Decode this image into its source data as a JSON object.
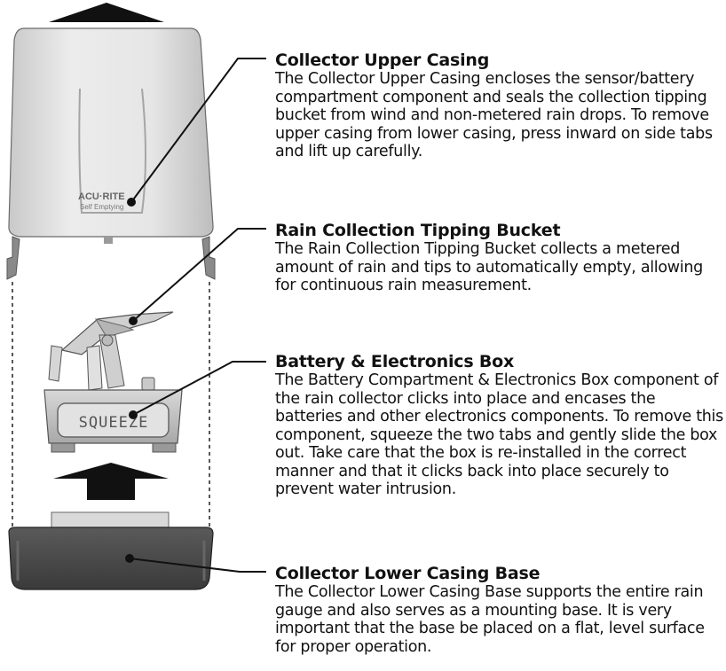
{
  "brand": {
    "logo_text": "ACU·RITE",
    "tagline": "Self Emptying"
  },
  "battery_box_label": "SQUEEZE",
  "callouts": {
    "upper": {
      "title": "Collector Upper Casing",
      "body": "The Collector Upper Casing encloses the sensor/battery compartment component and seals the collection tipping bucket from wind and non-metered rain drops. To remove upper casing from lower casing, press inward on side tabs and lift up carefully."
    },
    "bucket": {
      "title": "Rain Collection Tipping Bucket",
      "body": "The Rain Collection Tipping Bucket collects a metered amount of rain and tips to automatically empty, allowing for continuous rain measurement."
    },
    "battery": {
      "title": "Battery & Electronics Box",
      "body": "The Battery Compartment & Electronics Box component of the rain collector clicks into place and encases the batteries and other electronics components. To remove this component, squeeze the two tabs and gently slide the box out. Take care that the box is re-installed in the correct manner and that it clicks back into place securely to prevent water intrusion."
    },
    "lower": {
      "title": "Collector Lower Casing Base",
      "body": "The Collector Lower Casing Base supports the entire rain gauge and also serves as a mounting base. It is very important that the base be placed on a flat, level surface for proper operation."
    }
  },
  "colors": {
    "upper_casing": "#dcdcdc",
    "lower_casing": "#4a4a4a",
    "bucket": "#c8c8c8",
    "outline": "#1a1a1a"
  }
}
